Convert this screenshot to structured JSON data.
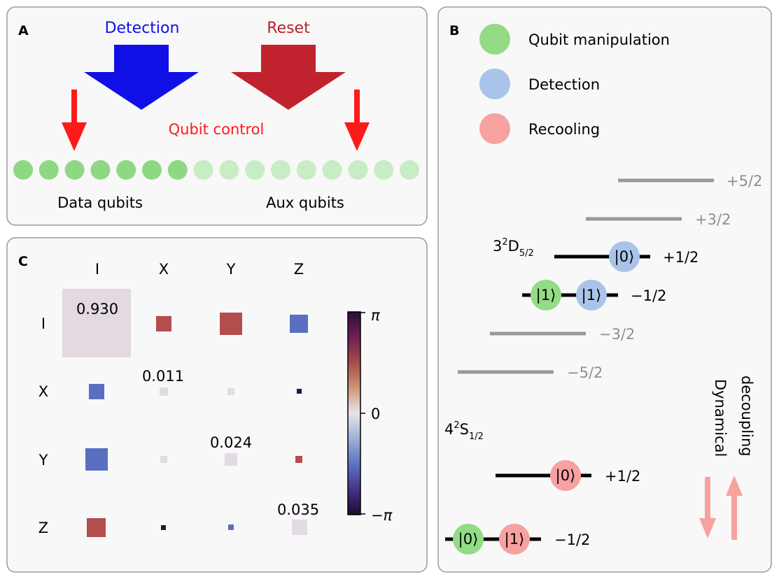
{
  "panelA": {
    "label": "A",
    "detection_label": "Detection",
    "reset_label": "Reset",
    "qubit_control_label": "Qubit control",
    "data_qubits_label": "Data qubits",
    "aux_qubits_label": "Aux qubits",
    "data_qubit_count": 7,
    "aux_qubit_count": 9,
    "colors": {
      "detection": "#1010e6",
      "reset": "#c0232e",
      "control": "#ff1a1a",
      "data_qubit": "#8ed883",
      "aux_qubit": "#c8ecc3"
    }
  },
  "panelB": {
    "label": "B",
    "legend": [
      {
        "label": "Qubit manipulation",
        "color": "#93db85"
      },
      {
        "label": "Detection",
        "color": "#a9c4e8"
      },
      {
        "label": "Recooling",
        "color": "#f7a1a1"
      }
    ],
    "d_level": {
      "base": "3",
      "sup": "2",
      "main": "D",
      "sub": "5/2"
    },
    "s_level": {
      "base": "4",
      "sup": "2",
      "main": "S",
      "sub": "1/2"
    },
    "sublevels": [
      {
        "m": "+5/2",
        "active": false
      },
      {
        "m": "+3/2",
        "active": false
      },
      {
        "m": "+1/2",
        "active": true
      },
      {
        "m": "−1/2",
        "active": true
      },
      {
        "m": "−3/2",
        "active": false
      },
      {
        "m": "−5/2",
        "active": false
      },
      {
        "m": "+1/2",
        "active": true
      },
      {
        "m": "−1/2",
        "active": true
      }
    ],
    "kets": [
      "|0⟩",
      "|1⟩",
      "|1⟩",
      "|0⟩",
      "|0⟩",
      "|1⟩"
    ],
    "dd_label_1": "Dynamical",
    "dd_label_2": "decoupling"
  },
  "panelC": {
    "label": "C",
    "cols": [
      "I",
      "X",
      "Y",
      "Z"
    ],
    "rows": [
      "I",
      "X",
      "Y",
      "Z"
    ],
    "diag_labels": [
      "0.930",
      "0.011",
      "0.024",
      "0.035"
    ],
    "colorbar": {
      "top": "π",
      "mid": "0",
      "bottom": "−π"
    }
  }
}
